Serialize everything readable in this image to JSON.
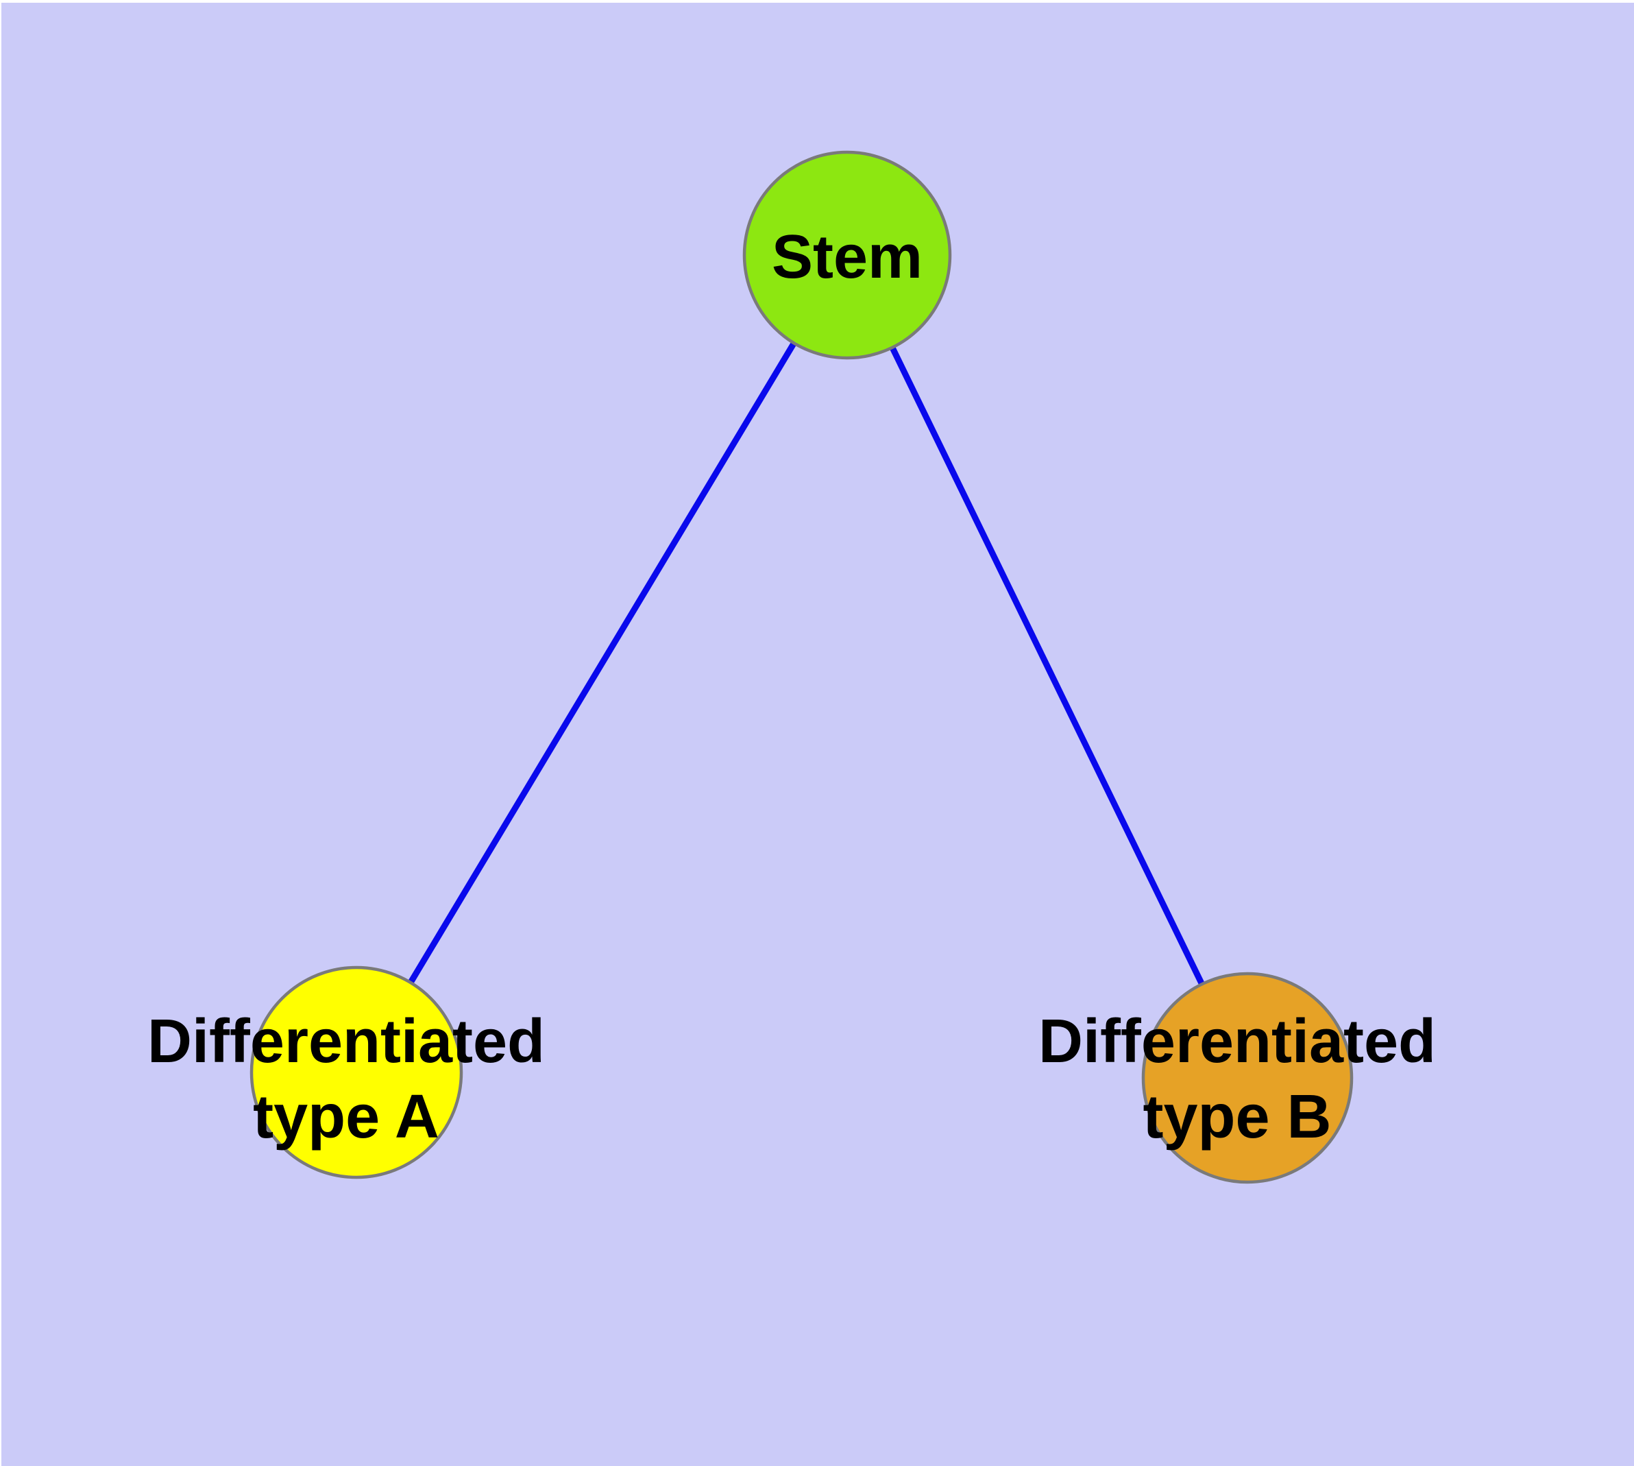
{
  "canvas": {
    "background_color": "#CBCBF8",
    "margin_color": "#FFFFFF"
  },
  "graph": {
    "edge_color": "#0909EC",
    "node_border_color": "#7A7A7A",
    "label_color": "#000000",
    "nodes": [
      {
        "id": "stem",
        "label": "Stem",
        "fill": "#8DE711"
      },
      {
        "id": "differentiated-type-a",
        "label_line1": "Differentiated",
        "label_line2": "type A",
        "fill": "#FFFF00"
      },
      {
        "id": "differentiated-type-b",
        "label_line1": "Differentiated",
        "label_line2": "type B",
        "fill": "#E6A226"
      }
    ],
    "edges": [
      {
        "from": "stem",
        "to": "differentiated-type-a"
      },
      {
        "from": "stem",
        "to": "differentiated-type-b"
      }
    ]
  }
}
